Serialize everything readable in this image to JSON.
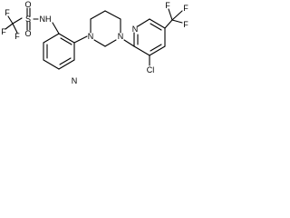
{
  "structure": {
    "atoms": {
      "f_left_top": "F",
      "f_left_mid": "F",
      "f_left_bot": "F",
      "s": "S",
      "o_top": "O",
      "o_bot": "O",
      "nh": "NH",
      "n_pyridine_left": "N",
      "n_piperazine_top": "N",
      "n_piperazine_bot": "N",
      "n_pyridine_right": "N",
      "cl": "Cl",
      "f_right_top": "F",
      "f_right_mid": "F",
      "f_right_bot": "F"
    }
  },
  "colors": {
    "bond": "#000000",
    "label": "#000000",
    "background": "#ffffff"
  }
}
